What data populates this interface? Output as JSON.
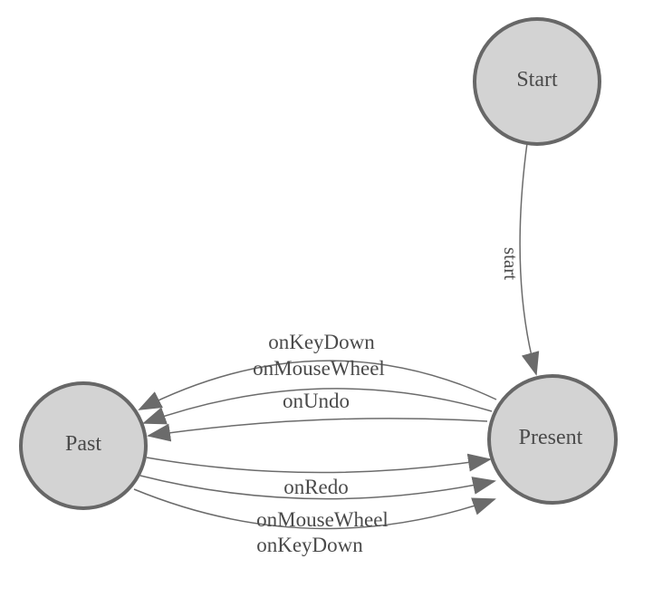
{
  "diagram": {
    "kind": "state-machine",
    "colors": {
      "background": "#ffffff",
      "node_fill": "#d3d3d3",
      "node_stroke": "#676767",
      "edge_stroke": "#6b6b6b",
      "arrow_fill": "#6b6b6b",
      "label_text": "#4a4a4a"
    },
    "nodes": [
      {
        "id": "start",
        "label": "Start"
      },
      {
        "id": "past",
        "label": "Past"
      },
      {
        "id": "present",
        "label": "Present"
      }
    ],
    "edges": [
      {
        "from": "start",
        "to": "present",
        "label": "start"
      },
      {
        "from": "present",
        "to": "past",
        "label": "onKeyDown"
      },
      {
        "from": "present",
        "to": "past",
        "label": "onMouseWheel"
      },
      {
        "from": "present",
        "to": "past",
        "label": "onUndo"
      },
      {
        "from": "past",
        "to": "present",
        "label": "onRedo"
      },
      {
        "from": "past",
        "to": "present",
        "label": "onMouseWheel"
      },
      {
        "from": "past",
        "to": "present",
        "label": "onKeyDown"
      }
    ]
  }
}
